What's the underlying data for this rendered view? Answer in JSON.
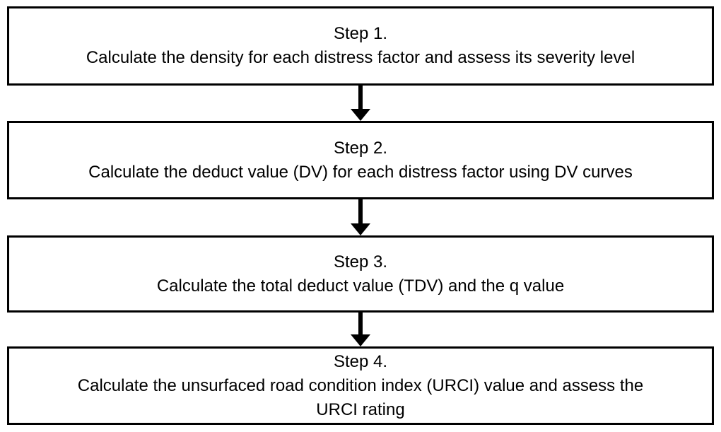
{
  "flowchart": {
    "steps": [
      {
        "title": "Step 1.",
        "description": "Calculate the density for each distress factor and assess its severity level"
      },
      {
        "title": "Step 2.",
        "description": "Calculate the deduct value (DV) for each distress factor using DV curves"
      },
      {
        "title": "Step 3.",
        "description": "Calculate the total deduct value (TDV) and the q value"
      },
      {
        "title": "Step 4.",
        "description": "Calculate the unsurfaced road condition index (URCI) value and assess the\nURCI rating"
      }
    ],
    "connector_icon": "arrow-down",
    "colors": {
      "background": "#ffffff",
      "box_border": "#000000",
      "text": "#000000",
      "arrow": "#000000"
    }
  }
}
